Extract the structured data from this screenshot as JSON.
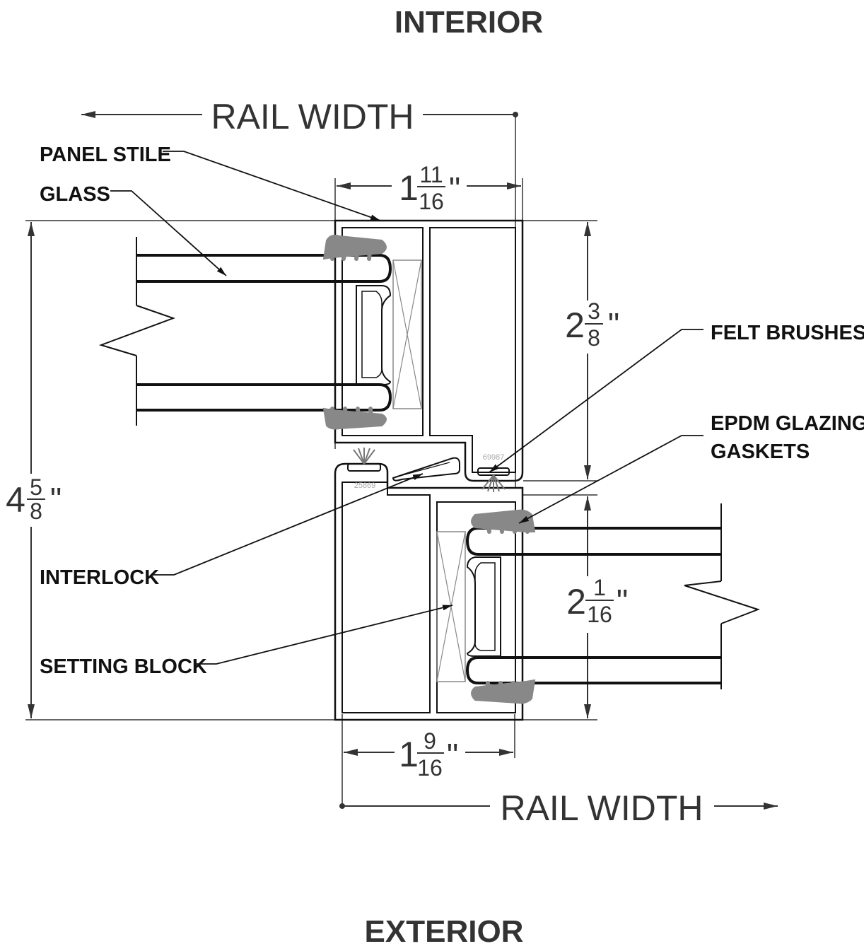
{
  "sides": {
    "interior": "INTERIOR",
    "exterior": "EXTERIOR"
  },
  "rail_width": {
    "top": "RAIL WIDTH",
    "bottom": "RAIL WIDTH"
  },
  "labels": {
    "panel_stile": "PANEL STILE",
    "glass": "GLASS",
    "felt_brushes": "FELT BRUSHES",
    "epdm_line1": "EPDM GLAZING",
    "epdm_line2": "GASKETS",
    "interlock": "INTERLOCK",
    "setting_block": "SETTING BLOCK"
  },
  "dims": {
    "top_width": {
      "whole": "1",
      "num": "11",
      "den": "16",
      "unit": "\""
    },
    "bottom_width": {
      "whole": "1",
      "num": "9",
      "den": "16",
      "unit": "\""
    },
    "total_height": {
      "whole": "4",
      "num": "5",
      "den": "8",
      "unit": "\""
    },
    "upper_height": {
      "whole": "2",
      "num": "3",
      "den": "8",
      "unit": "\""
    },
    "lower_height": {
      "whole": "2",
      "num": "1",
      "den": "16",
      "unit": "\""
    }
  },
  "part_numbers": {
    "upper": "69987",
    "lower": "25869"
  }
}
